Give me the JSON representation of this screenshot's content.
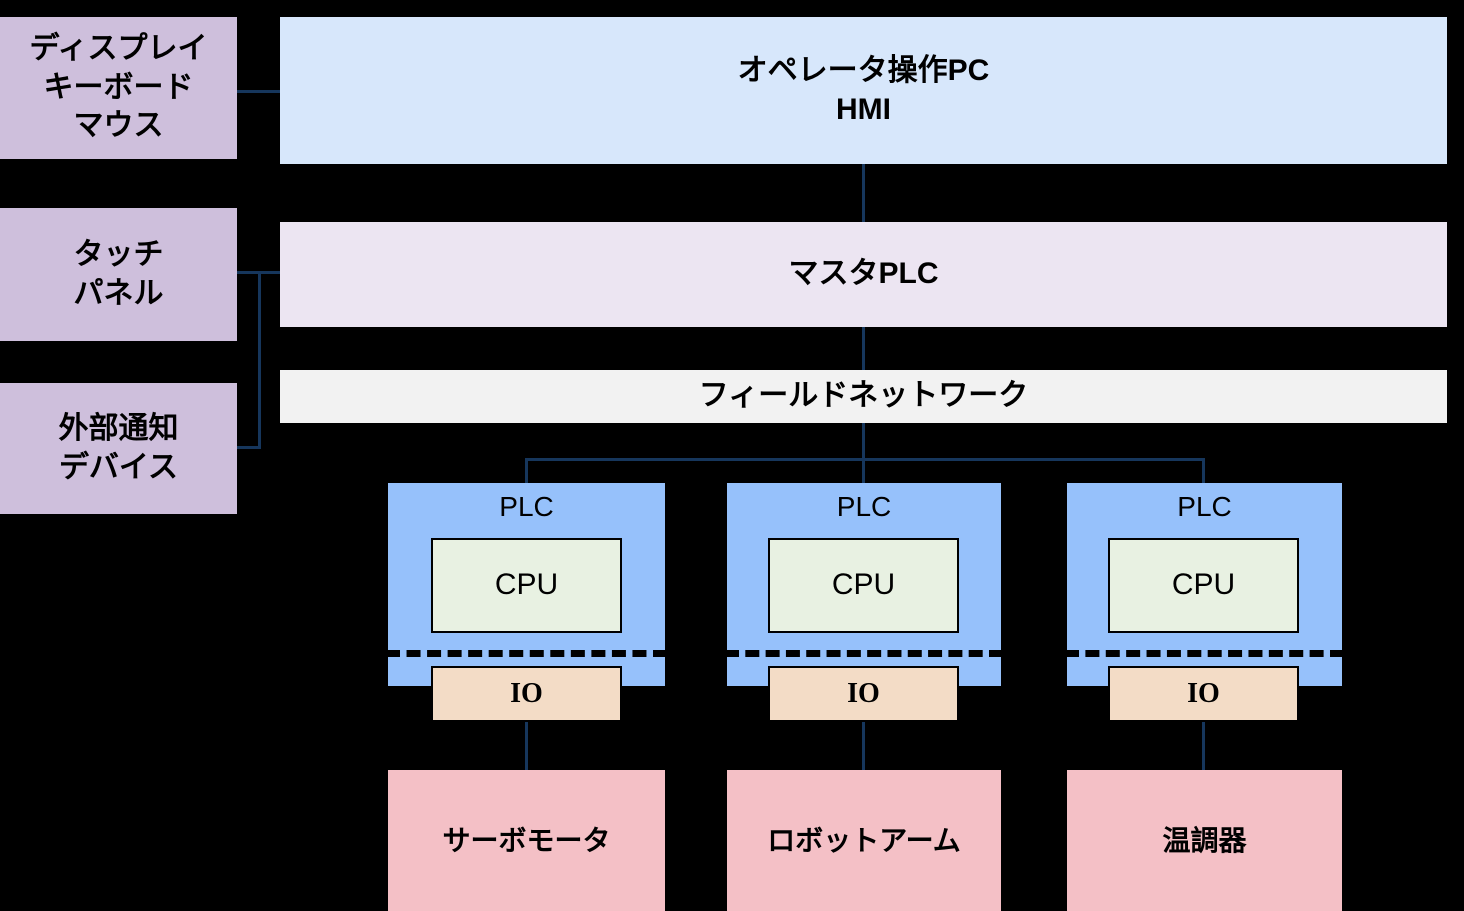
{
  "diagram": {
    "title": "PLC control system architecture",
    "colors": {
      "background": "#000000",
      "peripheral": "#cebfdc",
      "hmi": "#d7e7fb",
      "master": "#ece5f2",
      "fieldnet": "#f2f2f2",
      "plc": "#96c1fb",
      "cpu": "#e8f1e2",
      "io": "#f3dcc6",
      "device": "#f4c0c6",
      "connector": "#16365c",
      "text": "#000000"
    }
  },
  "peripherals": [
    {
      "label": "ディスプレイ\nキーボード\nマウス"
    },
    {
      "label": "タッチ\nパネル"
    },
    {
      "label": "外部通知\nデバイス"
    }
  ],
  "hmi": {
    "label": "オペレータ操作PC\nHMI"
  },
  "master_plc": {
    "label": "マスタPLC"
  },
  "field_network": {
    "label": "フィールドネットワーク"
  },
  "plcs": [
    {
      "label": "PLC",
      "cpu": "CPU",
      "io": "IO"
    },
    {
      "label": "PLC",
      "cpu": "CPU",
      "io": "IO"
    },
    {
      "label": "PLC",
      "cpu": "CPU",
      "io": "IO"
    }
  ],
  "devices": [
    {
      "label": "サーボモータ"
    },
    {
      "label": "ロボットアーム"
    },
    {
      "label": "温調器"
    }
  ]
}
